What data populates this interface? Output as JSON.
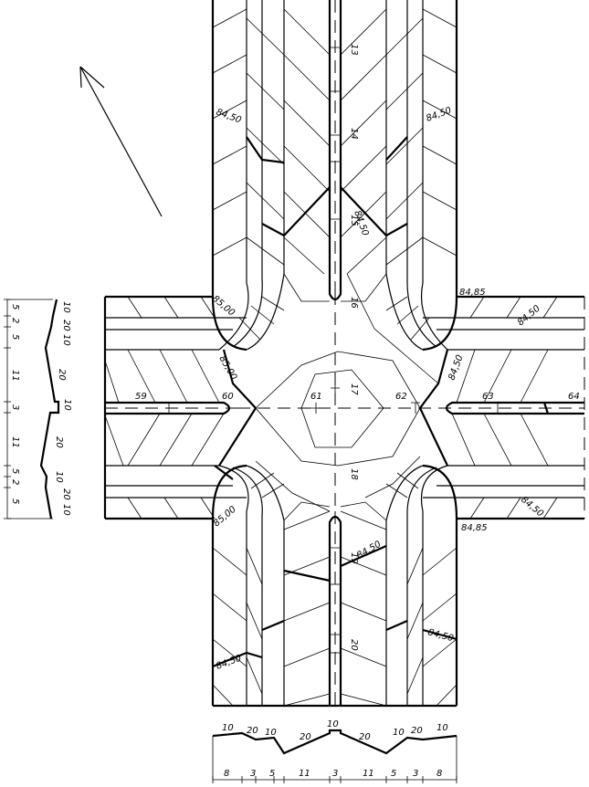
{
  "labels": {
    "elev_8450": "84,50",
    "elev_8485": "84,85",
    "elev_8500": "85,00",
    "elev_8500_short": "85,00",
    "st13": "13",
    "st14": "14",
    "st15": "15",
    "st16": "16",
    "st17": "17",
    "st18": "18",
    "st19": "19",
    "st20": "20",
    "st59": "59",
    "st60": "60",
    "st61": "61",
    "st62": "62",
    "st63": "63",
    "st64": "64"
  },
  "left_profile": {
    "slopes": [
      "10",
      "20",
      "10",
      "20",
      "10",
      "20",
      "10",
      "20",
      "10"
    ],
    "dims": [
      "5",
      "2",
      "5",
      "11",
      "3",
      "11",
      "5",
      "2",
      "5"
    ]
  },
  "bottom_profile": {
    "slopes": [
      "10",
      "20",
      "10",
      "20",
      "10",
      "20",
      "10",
      "20",
      "10"
    ],
    "dims": [
      "8",
      "3",
      "5",
      "11",
      "3",
      "11",
      "5",
      "3",
      "8"
    ]
  }
}
